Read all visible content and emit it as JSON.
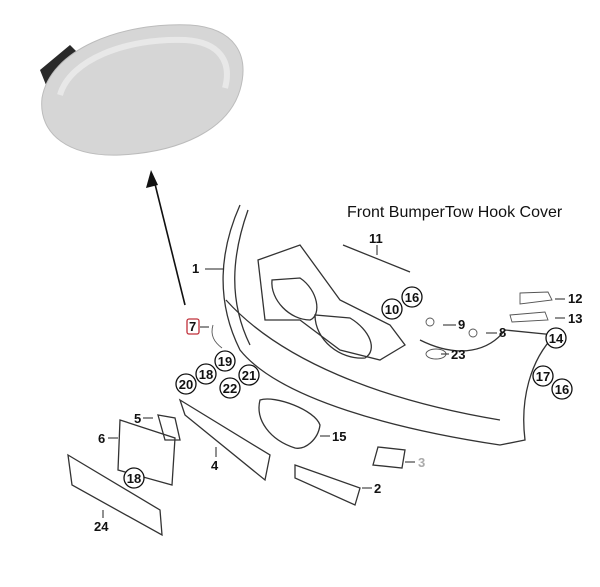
{
  "title": "Front BumperTow Hook Cover",
  "highlight_color": "#c0303a",
  "callouts": {
    "c1": "1",
    "c2": "2",
    "c3": "3",
    "c4": "4",
    "c5": "5",
    "c6": "6",
    "c7": "7",
    "c8": "8",
    "c9": "9",
    "c10": "10",
    "c11": "11",
    "c12": "12",
    "c13": "13",
    "c14": "14",
    "c15": "15",
    "c16a": "16",
    "c16b": "16",
    "c17": "17",
    "c18a": "18",
    "c18b": "18",
    "c19": "19",
    "c20": "20",
    "c21": "21",
    "c22": "22",
    "c23": "23",
    "c24": "24"
  }
}
